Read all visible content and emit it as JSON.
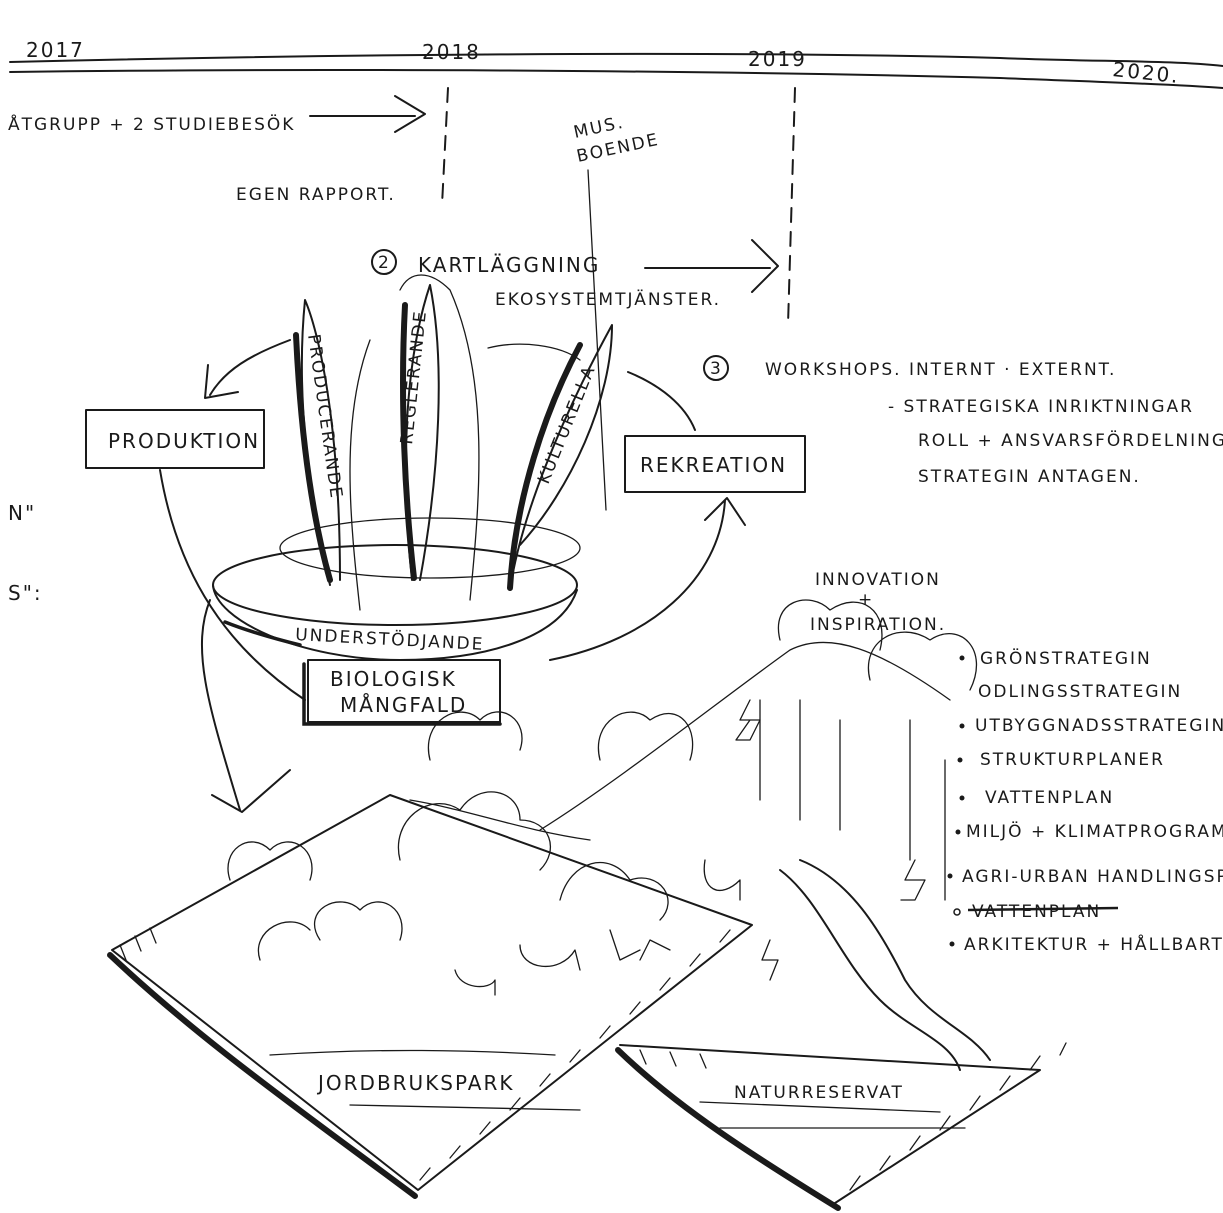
{
  "timeline": {
    "years": [
      "2017",
      "2018",
      "2019",
      "2020."
    ]
  },
  "phase1": {
    "label": "ÅTGRUPP + 2 STUDIEBESÖK",
    "report": "EGEN RAPPORT."
  },
  "annotation_top": {
    "line1": "MUS.",
    "line2": "BOENDE"
  },
  "phase2": {
    "number": "2",
    "line1": "KARTLÄGGNING",
    "line2": "EKOSYSTEMTJÄNSTER."
  },
  "phase3": {
    "number": "3",
    "line1": "WORKSHOPS. INTERNT · EXTERNT.",
    "line2": "- STRATEGISKA INRIKTNINGAR",
    "line3": "ROLL + ANSVARSFÖRDELNING.",
    "line4": "STRATEGIN ANTAGEN."
  },
  "left_margin": {
    "quote1": "N\"",
    "quote2": "S\":"
  },
  "services": {
    "produktion": "PRODUKTION",
    "rekreation": "REKREATION",
    "leaf1": "PRODUCERANDE",
    "leaf2": "REGLERANDE",
    "leaf3": "KULTURELLA",
    "bowl": "UNDERSTÖDJANDE",
    "biodiv_line1": "BIOLOGISK",
    "biodiv_line2": "MÅNGFALD"
  },
  "innovation": {
    "line1": "INNOVATION",
    "line2": "+",
    "line3": "INSPIRATION."
  },
  "strategies": [
    "GRÖNSTRATEGIN",
    "ODLINGSSTRATEGIN",
    "UTBYGGNADSSTRATEGIN",
    "STRUKTURPLANER",
    "VATTENPLAN",
    "MILJÖ + KLIMATPROGRAMMET",
    "AGRI-URBAN HANDLINGSPLAN",
    "VATTENPLAN",
    "ARKITEKTUR + HÅLLBART BYGG."
  ],
  "landscape": {
    "left_plate": "JORDBRUKSPARK",
    "right_plate": "NATURRESERVAT"
  }
}
